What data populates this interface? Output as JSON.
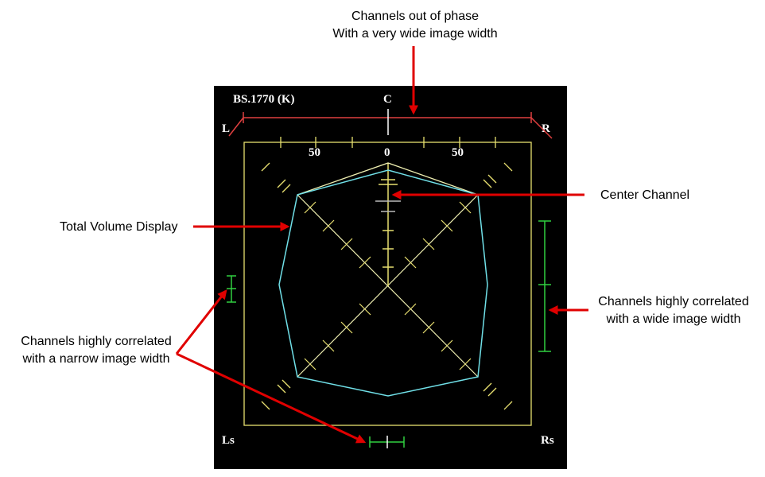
{
  "annotations": {
    "top_line1": "Channels out of phase",
    "top_line2": "With a very wide image width",
    "center_channel": "Center Channel",
    "total_volume": "Total Volume Display",
    "wide_line1": "Channels highly correlated",
    "wide_line2": "with a wide image width",
    "narrow_line1": "Channels highly correlated",
    "narrow_line2": "with a narrow image width"
  },
  "scope": {
    "mode_label": "BS.1770 (K)",
    "channels": {
      "C": "C",
      "L": "L",
      "R": "R",
      "Ls": "Ls",
      "Rs": "Rs"
    },
    "scale_labels": [
      "50",
      "0",
      "50"
    ]
  },
  "colors": {
    "arrow": "#e00000",
    "scope_bg": "#000000",
    "phase_bar": "#e04040",
    "frame_yellow": "#e8e070",
    "volume_cyan": "#70e0e8",
    "correlation_green": "#30d040"
  }
}
